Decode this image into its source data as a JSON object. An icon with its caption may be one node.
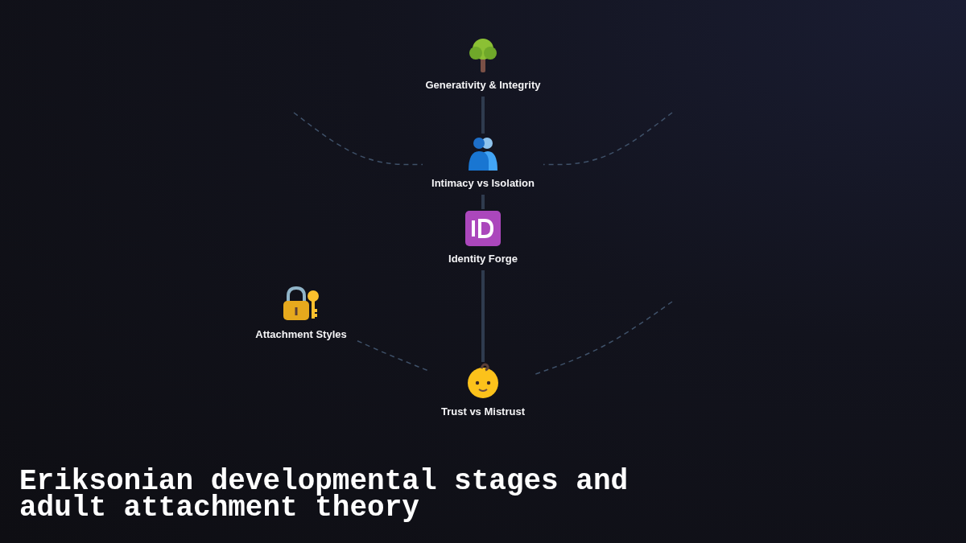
{
  "diagram": {
    "title": "Eriksonian developmental stages and adult attachment theory",
    "nodes": [
      {
        "text": [
          "Generativity & Integrity"
        ]
      },
      {
        "text": [
          "Intimacy vs Isolation"
        ]
      },
      {
        "text": [
          "Identity Forge"
        ]
      },
      {
        "text": [
          "Attachment Styles"
        ]
      },
      {
        "text": [
          "Trust vs Mistrust"
        ]
      }
    ],
    "edges": [
      {
        "from": 4,
        "to": 2,
        "arrow": "none",
        "style": "thick",
        "color": "#2f3b4e"
      },
      {
        "from": 2,
        "to": 1,
        "arrow": "none",
        "style": "thick",
        "color": "#2f3b4e"
      },
      {
        "from": 1,
        "to": 0,
        "arrow": "none",
        "style": "thick",
        "color": "#2f3b4e"
      },
      {
        "from": 3,
        "to": 4,
        "arrow": "none",
        "style": "dashed"
      },
      {
        "from": null,
        "to": 1,
        "arrow": "none",
        "style": "dashed"
      },
      {
        "from": null,
        "to": 1,
        "arrow": "none",
        "style": "dashed"
      },
      {
        "from": null,
        "to": 4,
        "arrow": "none",
        "style": "dashed"
      }
    ]
  }
}
